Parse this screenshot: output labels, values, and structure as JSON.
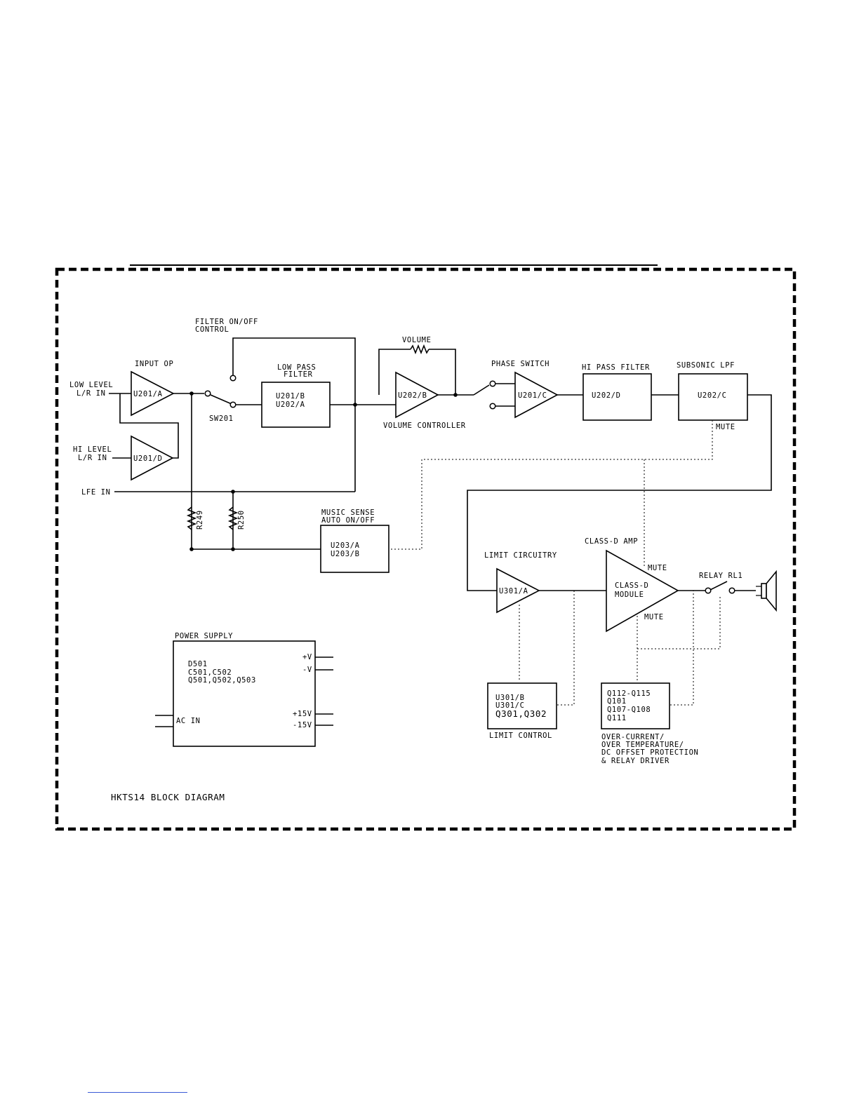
{
  "title": "HKTS14 BLOCK DIAGRAM",
  "inputs": {
    "low_level": [
      "LOW LEVEL",
      "L/R IN"
    ],
    "hi_level": [
      "HI LEVEL",
      "L/R IN"
    ],
    "lfe": "LFE IN"
  },
  "input_op": {
    "label": "INPUT OP",
    "amp_a": "U201/A",
    "amp_d": "U201/D"
  },
  "filter_control": {
    "label": [
      "FILTER ON/OFF",
      "CONTROL"
    ],
    "switch": "SW201"
  },
  "low_pass_filter": {
    "label": [
      "LOW PASS",
      "FILTER"
    ],
    "parts": [
      "U201/B",
      "U202/A"
    ]
  },
  "volume": {
    "pot": "VOLUME",
    "amp": "U202/B",
    "label": "VOLUME CONTROLLER"
  },
  "phase_switch": {
    "label": "PHASE SWITCH",
    "amp": "U201/C"
  },
  "hi_pass_filter": {
    "label": "HI PASS FILTER",
    "part": "U202/D"
  },
  "subsonic_lpf": {
    "label": "SUBSONIC LPF",
    "part": "U202/C",
    "mute": "MUTE"
  },
  "resistors": [
    "R249",
    "R250"
  ],
  "music_sense": {
    "label": [
      "MUSIC SENSE",
      "AUTO ON/OFF"
    ],
    "parts": [
      "U203/A",
      "U203/B"
    ]
  },
  "limit": {
    "label": "LIMIT CIRCUITRY",
    "amp": "U301/A"
  },
  "class_d": {
    "label": "CLASS-D AMP",
    "module": [
      "CLASS-D",
      "MODULE"
    ],
    "mute_top": "MUTE",
    "mute_bottom": "MUTE"
  },
  "relay": {
    "label": "RELAY RL1"
  },
  "limit_control": {
    "parts": [
      "U301/B",
      "U301/C",
      "Q301,Q302"
    ],
    "label": "LIMIT CONTROL"
  },
  "protection": {
    "parts": [
      "Q112-Q115",
      "Q101",
      "Q107-Q108",
      "Q111"
    ],
    "label": [
      "OVER-CURRENT/",
      "OVER TEMPERATURE/",
      "DC OFFSET PROTECTION",
      "& RELAY DRIVER"
    ]
  },
  "power_supply": {
    "label": "POWER SUPPLY",
    "parts": [
      "D501",
      "C501,C502",
      "Q501,Q502,Q503"
    ],
    "ac_in": "AC IN",
    "outputs": [
      "+V",
      "-V",
      "+15V",
      "-15V"
    ]
  }
}
